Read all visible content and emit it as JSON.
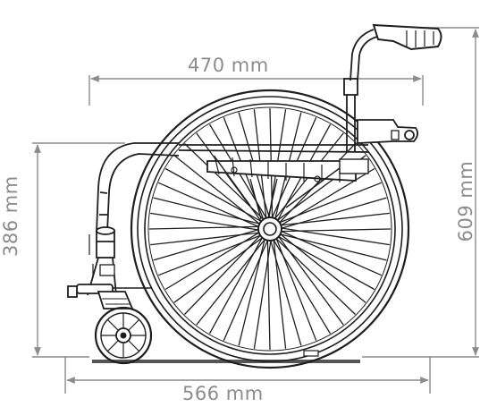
{
  "dimensions": {
    "seat_width": "470 mm",
    "overall_length": "566 mm",
    "seat_height": "386 mm",
    "overall_height": "609 mm"
  },
  "colors": {
    "line": "#1e1e1e",
    "dimension": "#8c8c8c",
    "background": "#ffffff"
  },
  "spoke_count": 48
}
